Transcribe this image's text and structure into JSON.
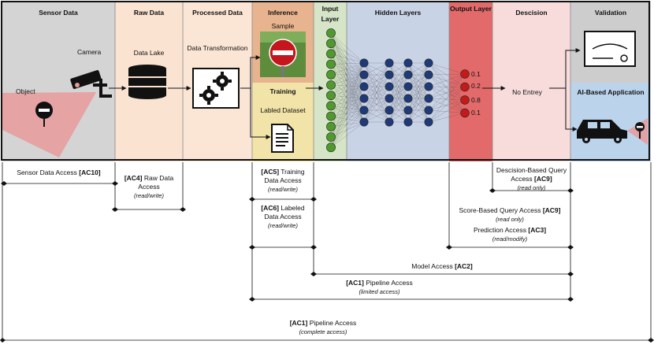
{
  "sections": {
    "sensor_data": "Sensor Data",
    "raw_data": "Raw Data",
    "processed_data": "Processed Data",
    "inference": "Inference",
    "input_layer": "Input Layer",
    "hidden_layers": "Hidden Layers",
    "output_layer": "Output Layer",
    "decision": "Descision",
    "validation": "Validation"
  },
  "labels": {
    "object": "Object",
    "camera": "Camera",
    "data_lake": "Data Lake",
    "data_transformation": "Data Transformation",
    "sample": "Sample",
    "training": "Training",
    "labeled_dataset": "Labled Dataset",
    "no_entry": "No Entrey",
    "ai_app": "AI-Based Application"
  },
  "outputs": [
    "0.1",
    "0.2",
    "0.8",
    "0.1"
  ],
  "access": {
    "ac10": {
      "text": "Sensor Data Access ",
      "code": "[AC10]"
    },
    "ac4": {
      "code": "[AC4]",
      "text": " Raw Data Access",
      "mode": "(read/write)"
    },
    "ac5": {
      "code": "[AC5]",
      "text": " Training Data Access",
      "mode": "(read/write)"
    },
    "ac6": {
      "code": "[AC6]",
      "text": " Labeled Data Access",
      "mode": "(read/write)"
    },
    "ac9a": {
      "text": "Descision-Based Query Access ",
      "code": "[AC9]",
      "mode": "(read only)"
    },
    "ac9b": {
      "text": "Score-Based Query Access ",
      "code": "[AC9]",
      "mode": "(read only)"
    },
    "ac3": {
      "text": "Prediction Access ",
      "code": "[AC3]",
      "mode": "(read/modify)"
    },
    "ac2": {
      "text": "Model Access ",
      "code": "[AC2]"
    },
    "ac1_limited": {
      "code": "[AC1]",
      "text": " Pipeline Access",
      "mode": "(limited access)"
    },
    "ac1_complete": {
      "code": "[AC1]",
      "text": " Pipeline Access",
      "mode": "(complete access)"
    }
  },
  "colors": {
    "sensor": "#d4d4d4",
    "raw": "#fbe3d2",
    "processed": "#fbe6d6",
    "inference_top": "#e8b48f",
    "inference_bottom": "#f2e4a8",
    "input": "#d6e4c8",
    "hidden": "#c9d3e6",
    "output": "#e36a6a",
    "decision": "#f8dcdc",
    "validation_top": "#cdcdcd",
    "validation_bottom": "#bcd3ec",
    "node_green": "#4e9a2c",
    "node_blue": "#1f3a78",
    "node_red": "#c51a1a"
  }
}
